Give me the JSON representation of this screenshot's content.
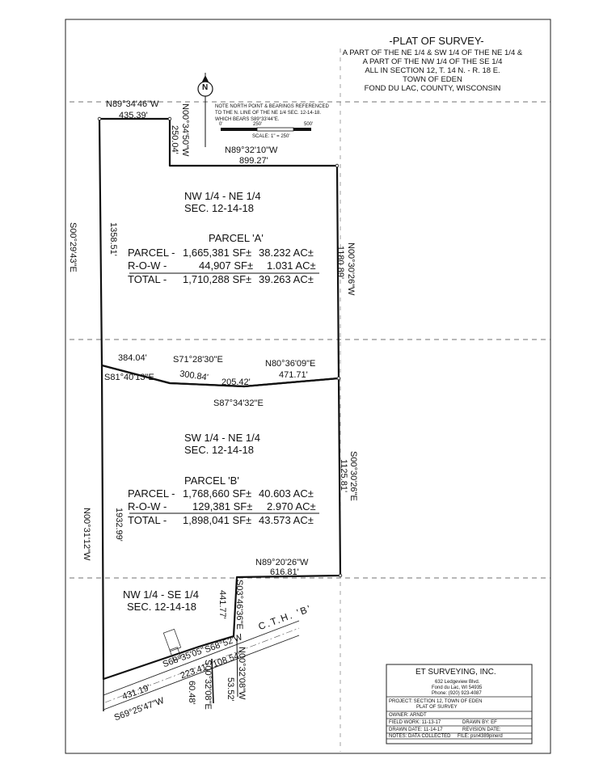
{
  "header": {
    "title": "-PLAT OF SURVEY-",
    "line1": "A PART OF THE NE 1/4 & SW 1/4 OF THE NE 1/4 &",
    "line2": "A PART OF THE NW 1/4 OF THE SE 1/4",
    "line3": "ALL IN SECTION 12, T. 14 N. - R. 18 E.",
    "line4": "TOWN OF EDEN",
    "line5": "FOND DU LAC, COUNTY, WISCONSIN"
  },
  "north_note": {
    "line1": "NOTE NORTH POINT & BEARINGS REFERENCED",
    "line2": "TO THE N. LINE OF THE NE 1/4 SEC. 12-14-18.",
    "line3": "WHICH BEARS S89°33'44\"E.",
    "north_letter": "N",
    "scale_ticks": [
      "0'",
      "250'",
      "500'"
    ],
    "scale_text": "SCALE: 1\" = 250'"
  },
  "bearings": {
    "top_left_bearing": "N89°34'46\"W",
    "top_left_distance": "435.39'",
    "top_step_bearing": "N00°34'50\"W",
    "top_step_distance": "250.04'",
    "top_right_bearing": "N89°32'10\"W",
    "top_right_distance": "899.27'",
    "west_a_bearing": "S00°29'43\"E",
    "west_a_distance": "1358.51'",
    "east_a_bearing": "N00°30'26\"W",
    "east_a_distance": "1180.89'",
    "mid_d1": "384.04'",
    "mid_b1": "S71°28'30\"E",
    "mid_d2": "300.84'",
    "mid_d3": "205.42'",
    "mid_b3": "N80°36'09\"E",
    "mid_d4": "471.71'",
    "mid_b_left": "S81°40'13\"E",
    "mid_b_lower": "S87°34'32\"E",
    "east_b_bearing": "S00°30'26\"E",
    "east_b_distance": "1125.81'",
    "west_b_bearing": "N00°31'12\"W",
    "west_b_distance": "1932.99'",
    "south_b_bearing": "N89°20'26\"W",
    "south_b_distance": "616.81'",
    "s03_bearing": "S03°46'36\"E",
    "s03_distance": "441.77'",
    "road_name": "C.T.H. 'B'",
    "road_b1": "S68°35'05\"",
    "road_b2": "S68°52'W",
    "road_d1": "223.41'",
    "road_d2": "108.54'",
    "stub_bearing": "S00°32'08\"E",
    "stub_distance": "60.48'",
    "stub2_bearing": "N00°32'08\"W",
    "stub2_distance": "53.52'",
    "sw_distance": "431.19'",
    "sw_bearing": "S69°25'47\"W"
  },
  "parcel_a": {
    "quarter": "NW 1/4 - NE 1/4",
    "section": "SEC. 12-14-18",
    "name": "PARCEL 'A'",
    "rows": [
      {
        "label": "PARCEL -",
        "sf": "1,665,381 SF±",
        "ac": "38.232 AC±"
      },
      {
        "label": "R-O-W -",
        "sf": "44,907 SF±",
        "ac": "1.031 AC±"
      },
      {
        "label": "TOTAL -",
        "sf": "1,710,288 SF±",
        "ac": "39.263 AC±"
      }
    ]
  },
  "parcel_b": {
    "quarter": "SW 1/4 - NE 1/4",
    "section": "SEC. 12-14-18",
    "name": "PARCEL 'B'",
    "rows": [
      {
        "label": "PARCEL -",
        "sf": "1,768,660 SF±",
        "ac": "40.603 AC±"
      },
      {
        "label": "R-O-W -",
        "sf": "129,381 SF±",
        "ac": "2.970 AC±"
      },
      {
        "label": "TOTAL -",
        "sf": "1,898,041 SF±",
        "ac": "43.573 AC±"
      }
    ]
  },
  "se_quarter": {
    "quarter": "NW 1/4 - SE 1/4",
    "section": "SEC. 12-14-18"
  },
  "title_block": {
    "company": "ET SURVEYING, INC.",
    "address1": "632 Ledgeview Blvd.",
    "address2": "Fond du Lac, WI 54935",
    "phone": "Phone: (920) 923-4087",
    "project": "PROJECT:  SECTION 12, TOWN OF EDEN",
    "project2": "PLAT OF SURVEY",
    "owner": "OWNER: ARNDT",
    "field_work": "FIELD WORK: 11-13-17",
    "drawn_by": "DRAWN BY:  EF",
    "drawn_date": "DRAWN DATE: 11-14-17",
    "revision": "REVISION DATE:",
    "notes": "NOTES: DATA COLLECTED",
    "file": "FILE: psn4389pinerd"
  }
}
